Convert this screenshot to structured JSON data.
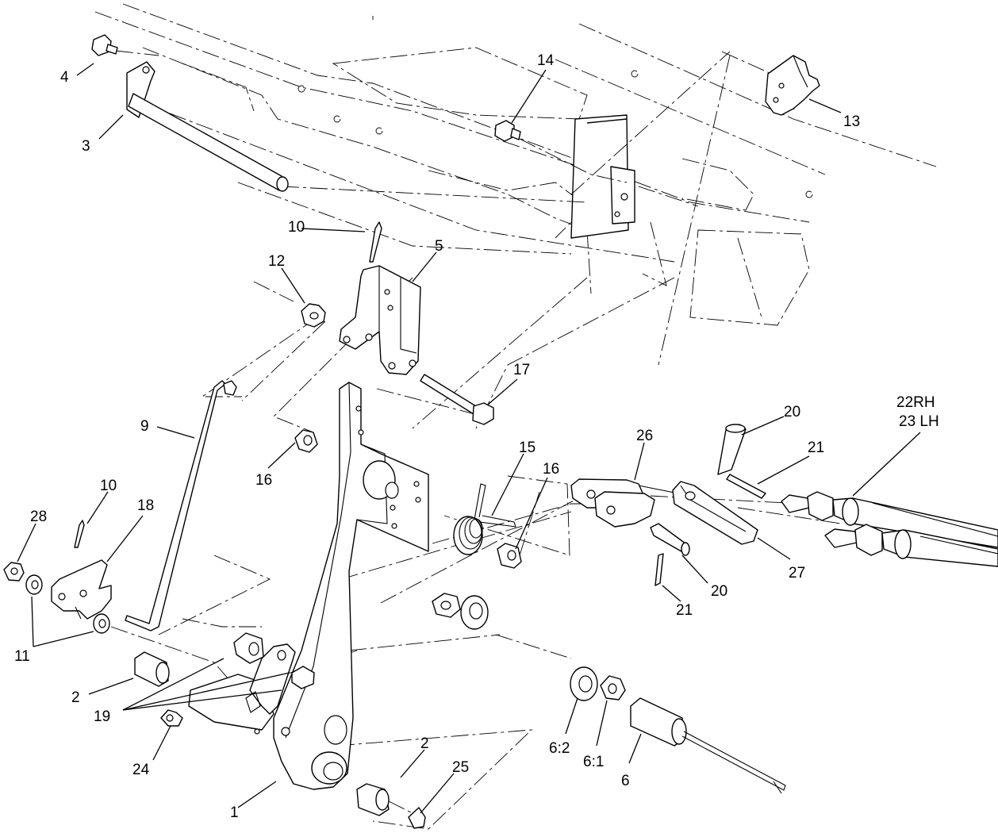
{
  "diagram": {
    "callouts": {
      "c1": "1",
      "c2a": "2",
      "c2b": "2",
      "c3": "3",
      "c4": "4",
      "c5": "5",
      "c6": "6",
      "c6_1": "6:1",
      "c6_2": "6:2",
      "c9": "9",
      "c10a": "10",
      "c10b": "10",
      "c11": "11",
      "c12": "12",
      "c13": "13",
      "c14": "14",
      "c15": "15",
      "c16a": "16",
      "c16b": "16",
      "c17": "17",
      "c18": "18",
      "c19": "19",
      "c20a": "20",
      "c20b": "20",
      "c21a": "21",
      "c21b": "21",
      "c22": "22RH",
      "c23": "23 LH",
      "c24": "24",
      "c25": "25",
      "c26": "26",
      "c27": "27",
      "c28": "28"
    }
  }
}
